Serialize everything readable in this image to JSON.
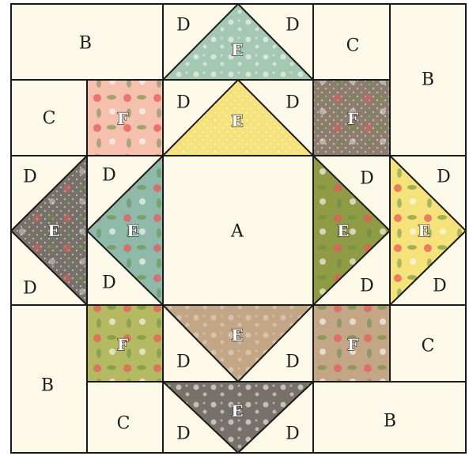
{
  "block": {
    "labels": {
      "a": "A",
      "b": "B",
      "c": "C",
      "d": "D",
      "e": "E",
      "f": "F"
    },
    "colors": {
      "background": "#fcf9e8",
      "seam": "#1a1a1a",
      "fabric_mint": "#a5c8b2",
      "fabric_yellow": "#f6e27a",
      "fabric_brown": "#8c7d6c",
      "fabric_pink": "#f5c1ae",
      "fabric_green": "#8f9b45",
      "fabric_teal": "#8fb9a9",
      "fabric_sand": "#c2a686",
      "fabric_grey": "#77716a",
      "fabric_pale_green": "#b5ba62"
    }
  }
}
